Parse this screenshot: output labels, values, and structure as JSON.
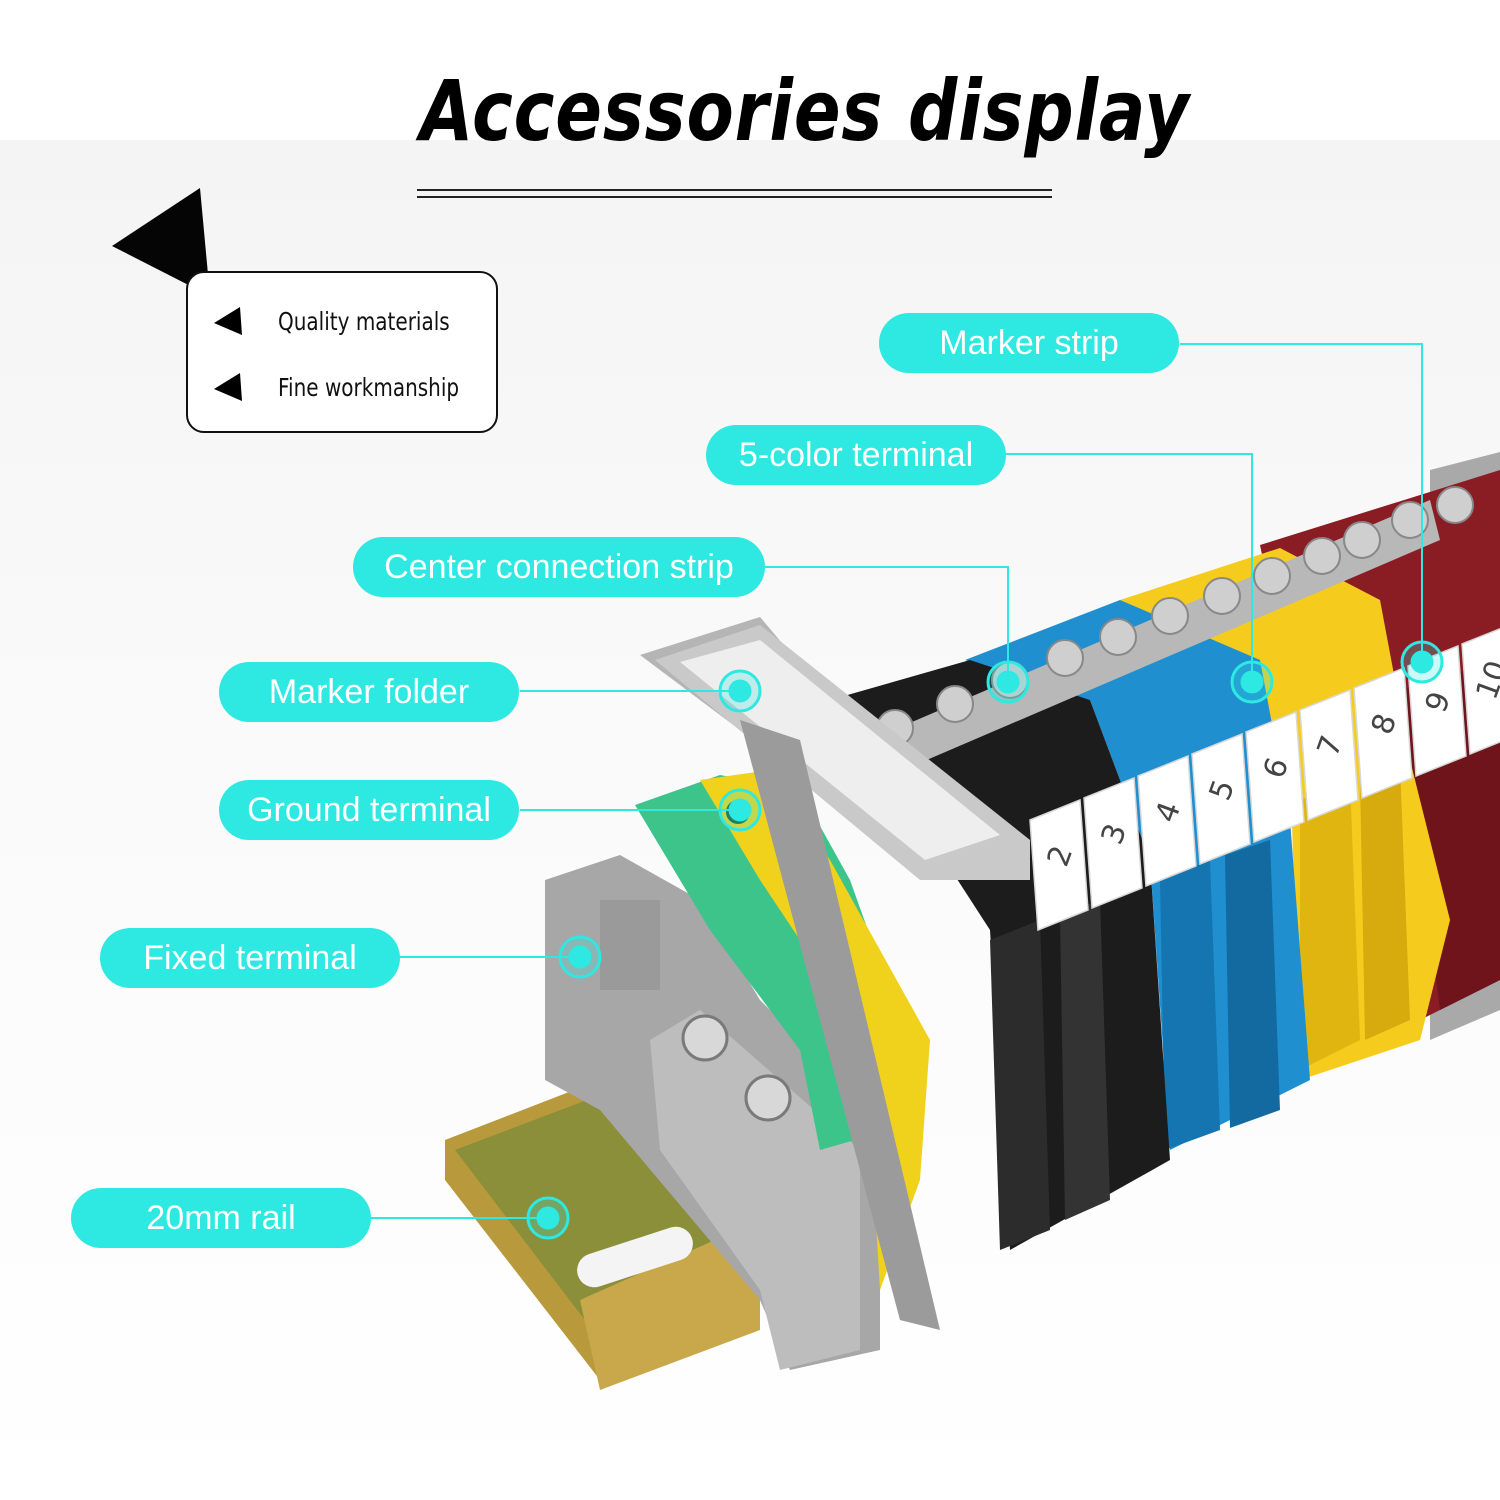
{
  "title": "Accessories display",
  "features": [
    "Quality materials",
    "Fine workmanship"
  ],
  "callouts": {
    "marker_strip": "Marker strip",
    "five_color_terminal": "5-color terminal",
    "center_connection_strip": "Center connection strip",
    "marker_folder": "Marker folder",
    "ground_terminal": "Ground terminal",
    "fixed_terminal": "Fixed terminal",
    "rail": "20mm rail"
  },
  "marker_numbers": [
    "2",
    "3",
    "4",
    "5",
    "6",
    "7",
    "8",
    "9",
    "10"
  ],
  "colors": {
    "callout_fill": "#2ee8e2",
    "callout_line": "#2ee8e2",
    "terminal_black": "#1c1c1c",
    "terminal_blue": "#1f8fd0",
    "terminal_yellow": "#f5cc1e",
    "terminal_red": "#8a1c24",
    "terminal_gray": "#a9a9a9",
    "ground_green": "#3cc48a",
    "marker_white": "#ffffff"
  },
  "icons": [
    "big-triangle-icon",
    "small-triangle-icon"
  ]
}
